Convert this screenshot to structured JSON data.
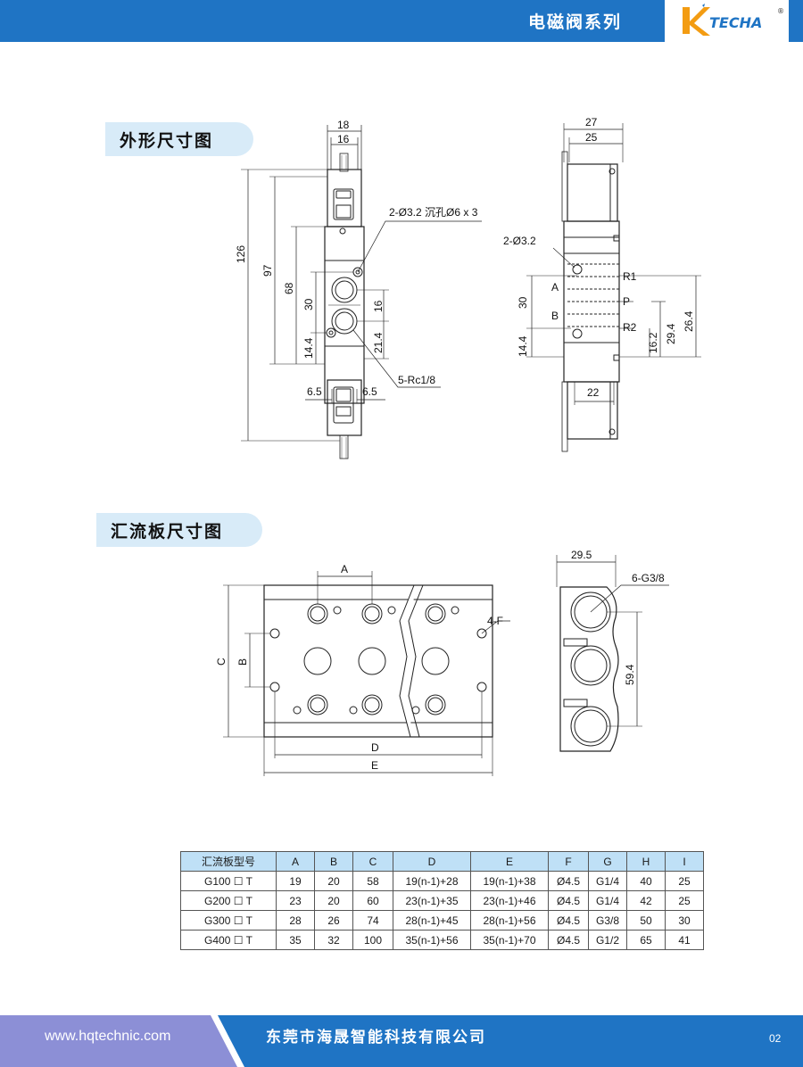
{
  "header": {
    "title": "电磁阀系列",
    "logo_text": "TECHA",
    "logo_reg": "®",
    "accent": "#1f74c4"
  },
  "section1": {
    "title": "外形尺寸图"
  },
  "section2": {
    "title": "汇流板尺寸图"
  },
  "drawing1": {
    "dims": {
      "d18": "18",
      "d16": "16",
      "d126": "126",
      "d97": "97",
      "d68": "68",
      "d30": "30",
      "d14_4": "14.4",
      "d16v": "16",
      "d21_4": "21.4",
      "d6_5a": "6.5",
      "d6_5b": "6.5",
      "hole_note": "2-Ø3.2 沉孔Ø6 x 3",
      "port_note": "5-Rc1/8"
    }
  },
  "drawing2": {
    "dims": {
      "d27": "27",
      "d25": "25",
      "hole": "2-Ø3.2",
      "d30": "30",
      "d14_4": "14.4",
      "d22": "22",
      "d16_2": "16.2",
      "d29_4": "29.4",
      "d26_4": "26.4",
      "port_a": "A",
      "port_b": "B",
      "port_r1": "R1",
      "port_p": "P",
      "port_r2": "R2"
    }
  },
  "drawing3": {
    "dims": {
      "a": "A",
      "b": "B",
      "c": "C",
      "d": "D",
      "e": "E",
      "f": "4-F"
    }
  },
  "drawing4": {
    "dims": {
      "d29_5": "29.5",
      "thread": "6-G3/8",
      "d59_4": "59.4"
    }
  },
  "table": {
    "headers": [
      "汇流板型号",
      "A",
      "B",
      "C",
      "D",
      "E",
      "F",
      "G",
      "H",
      "I"
    ],
    "rows": [
      [
        "G100 ☐ T",
        "19",
        "20",
        "58",
        "19(n-1)+28",
        "19(n-1)+38",
        "Ø4.5",
        "G1/4",
        "40",
        "25"
      ],
      [
        "G200 ☐ T",
        "23",
        "20",
        "60",
        "23(n-1)+35",
        "23(n-1)+46",
        "Ø4.5",
        "G1/4",
        "42",
        "25"
      ],
      [
        "G300 ☐ T",
        "28",
        "26",
        "74",
        "28(n-1)+45",
        "28(n-1)+56",
        "Ø4.5",
        "G3/8",
        "50",
        "30"
      ],
      [
        "G400 ☐ T",
        "35",
        "32",
        "100",
        "35(n-1)+56",
        "35(n-1)+70",
        "Ø4.5",
        "G1/2",
        "65",
        "41"
      ]
    ]
  },
  "footer": {
    "url": "www.hqtechnic.com",
    "company": "东莞市海晟智能科技有限公司",
    "page": "02",
    "left_color": "#8c8fd6",
    "right_color": "#1f74c4"
  }
}
